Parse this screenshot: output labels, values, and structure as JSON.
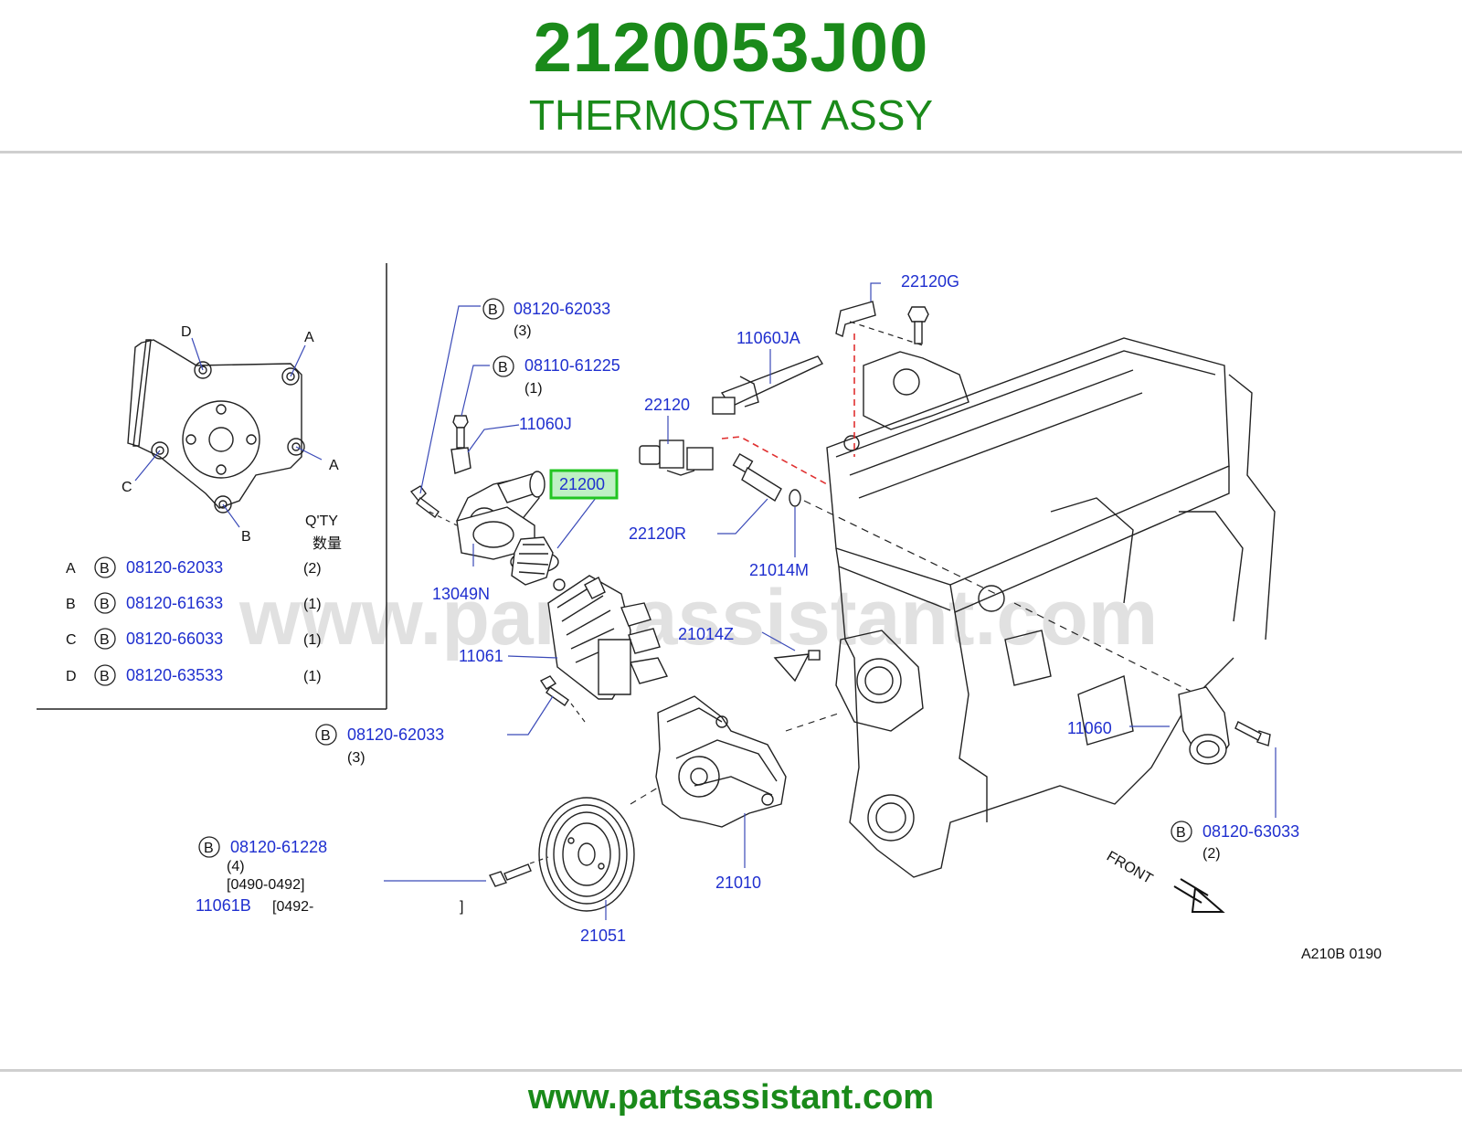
{
  "header": {
    "part_number": "2120053J00",
    "part_name": "THERMOSTAT ASSY"
  },
  "footer": {
    "url": "www.partsassistant.com"
  },
  "watermark": "www.partsassistant.com",
  "diagram_code": "A210B  0190",
  "front_label": "FRONT",
  "colors": {
    "brand_green": "#1a8a1a",
    "callout_blue": "#1f2fcf",
    "highlight_green": "#22c522",
    "highlight_fill": "#bff0c4",
    "hose_red": "#e03030"
  },
  "inset": {
    "qty_header": "Q'TY",
    "qty_header_cjk": "数量",
    "corner_letters": [
      "D",
      "A",
      "A",
      "C",
      "B"
    ],
    "rows": [
      {
        "key": "A",
        "badge": "B",
        "part": "08120-62033",
        "qty": "(2)"
      },
      {
        "key": "B",
        "badge": "B",
        "part": "08120-61633",
        "qty": "(1)"
      },
      {
        "key": "C",
        "badge": "B",
        "part": "08120-66033",
        "qty": "(1)"
      },
      {
        "key": "D",
        "badge": "B",
        "part": "08120-63533",
        "qty": "(1)"
      }
    ]
  },
  "callouts": {
    "p22120G": "22120G",
    "p11060JA": "11060JA",
    "p22120": "22120",
    "p11060J": "11060J",
    "p21200": "21200",
    "p22120R": "22120R",
    "p21014M": "21014M",
    "p13049N": "13049N",
    "p11061": "11061",
    "p21014Z": "21014Z",
    "p11060": "11060",
    "p21010": "21010",
    "p21051": "21051",
    "p11061B": "11061B",
    "bolt1": {
      "badge": "B",
      "part": "08120-62033",
      "qty": "(3)"
    },
    "bolt2": {
      "badge": "B",
      "part": "08110-61225",
      "qty": "(1)"
    },
    "bolt3": {
      "badge": "B",
      "part": "08120-62033",
      "qty": "(3)"
    },
    "bolt4": {
      "badge": "B",
      "part": "08120-63033",
      "qty": "(2)"
    },
    "bolt5": {
      "badge": "B",
      "part": "08120-61228",
      "qty": "(4)",
      "range": "[0490-0492]"
    },
    "range_11061B_start": "[0492-",
    "range_11061B_end": "]"
  }
}
